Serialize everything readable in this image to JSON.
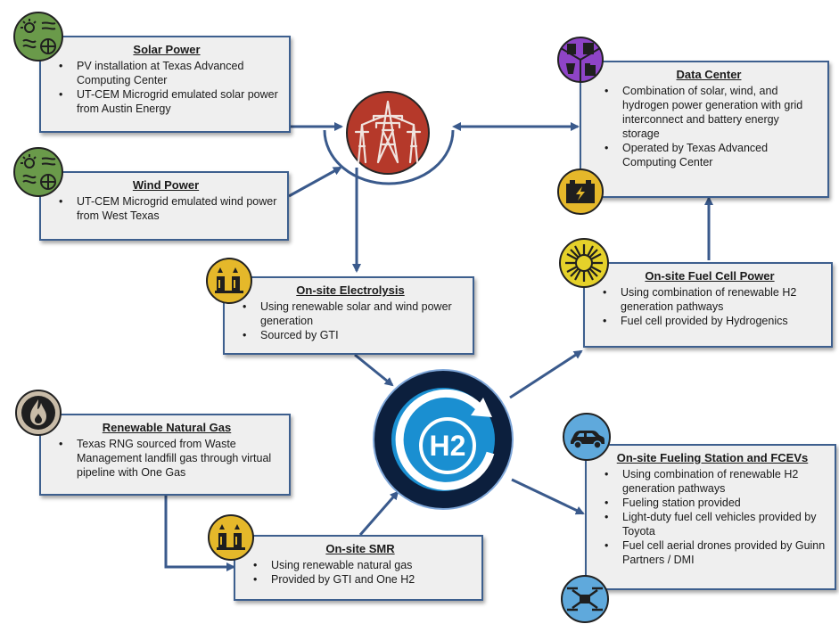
{
  "colors": {
    "box_border": "#3d5f8e",
    "arrow": "#3a5a8c",
    "box_fill": "#efefef",
    "grid_icon": "#b5392a",
    "h2_badge": "#1a8fd1",
    "renewable_icon": "#6a9a4a",
    "electrolysis_icon": "#e5b82a",
    "fuel_icon": "#5fa9dc",
    "gas_icon": "#c9bca8",
    "datacenter_icon": "#8e44c7"
  },
  "center": {
    "label": "H2"
  },
  "boxes": {
    "solar": {
      "title": "Solar Power",
      "bullets": [
        "PV installation at Texas Advanced Computing Center",
        "UT-CEM Microgrid emulated  solar power from Austin Energy"
      ]
    },
    "wind": {
      "title": "Wind Power",
      "bullets": [
        "UT-CEM Microgrid emulated  wind power from West Texas"
      ]
    },
    "electrolysis": {
      "title": "On-site Electrolysis",
      "bullets": [
        "Using renewable solar and wind power generation",
        "Sourced by GTI"
      ]
    },
    "rng": {
      "title": "Renewable Natural Gas",
      "bullets": [
        "Texas RNG sourced from Waste Management landfill gas through virtual pipeline with One Gas"
      ]
    },
    "smr": {
      "title": "On-site SMR",
      "bullets": [
        "Using renewable natural gas",
        "Provided by GTI and One H2"
      ]
    },
    "datacenter": {
      "title": "Data Center",
      "bullets": [
        "Combination of solar, wind, and hydrogen power generation with grid interconnect and battery energy storage",
        "Operated by Texas Advanced Computing Center"
      ]
    },
    "fuelcell": {
      "title": "On-site Fuel Cell Power",
      "bullets": [
        "Using combination of renewable H2 generation pathways",
        "Fuel cell provided by Hydrogenics"
      ]
    },
    "fueling": {
      "title": "On-site Fueling Station and FCEVs",
      "bullets": [
        "Using combination of renewable H2 generation pathways",
        "Fueling station provided",
        "Light-duty fuel cell vehicles provided by Toyota",
        "Fuel cell aerial drones provided by Guinn Partners / DMI"
      ]
    }
  },
  "icons": {
    "solar": "renewable-energy-icon",
    "wind": "renewable-energy-icon",
    "grid": "power-tower-icon",
    "electrolysis": "electrolyzer-icon",
    "smr": "electrolyzer-icon",
    "rng": "flame-icon",
    "datacenter": "lab-equipment-icon",
    "battery": "battery-icon",
    "fuelcell": "fuel-cell-icon",
    "car": "car-icon",
    "drone": "drone-icon",
    "hydrogen": "hydrogen-icon"
  }
}
